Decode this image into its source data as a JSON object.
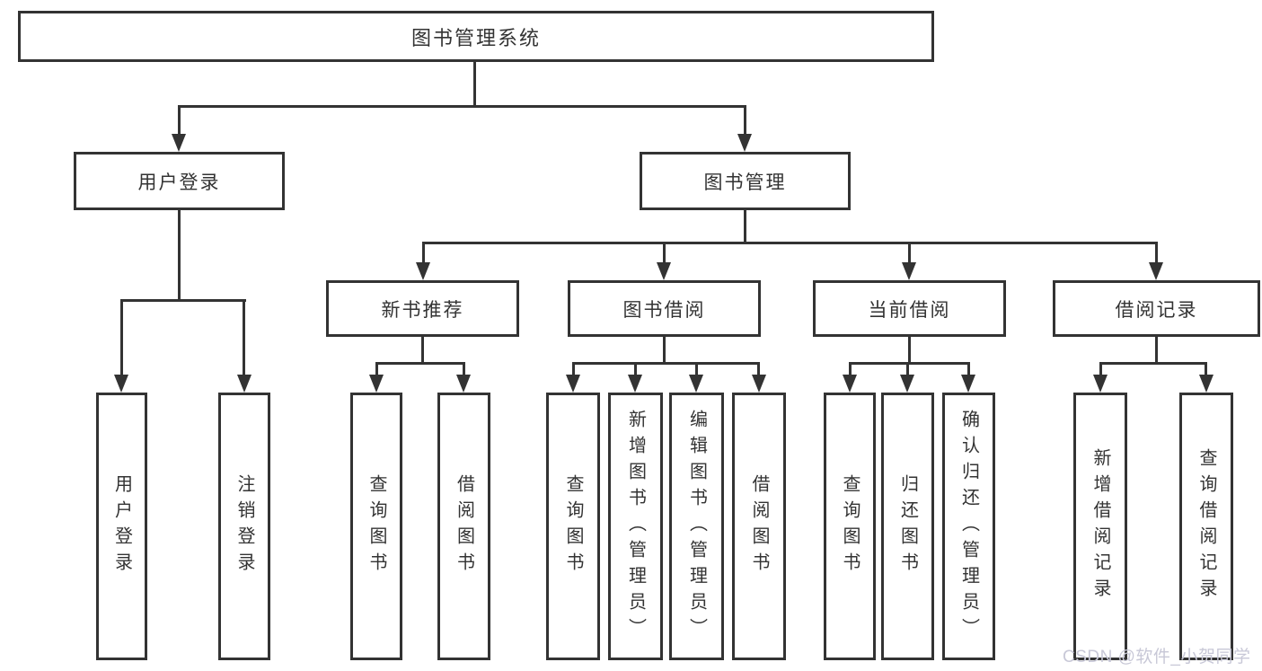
{
  "diagram": {
    "title": "图书管理系统",
    "root": "图书管理系统",
    "level2": {
      "login": "用户登录",
      "management": "图书管理"
    },
    "level3": {
      "recommend": "新书推荐",
      "borrow": "图书借阅",
      "current": "当前借阅",
      "records": "借阅记录"
    },
    "leaves": {
      "login": [
        "用户登录",
        "注销登录"
      ],
      "recommend": [
        "查询图书",
        "借阅图书"
      ],
      "borrow": [
        "查询图书",
        "新增图书（管理员）",
        "编辑图书（管理员）",
        "借阅图书"
      ],
      "current": [
        "查询图书",
        "归还图书",
        "确认归还（管理员）"
      ],
      "records": [
        "新增借阅记录",
        "查询借阅记录"
      ]
    }
  },
  "watermark": "CSDN @软件_小贺同学",
  "colors": {
    "line": "#333333",
    "background": "#ffffff",
    "watermark": "#c8c8d7"
  }
}
